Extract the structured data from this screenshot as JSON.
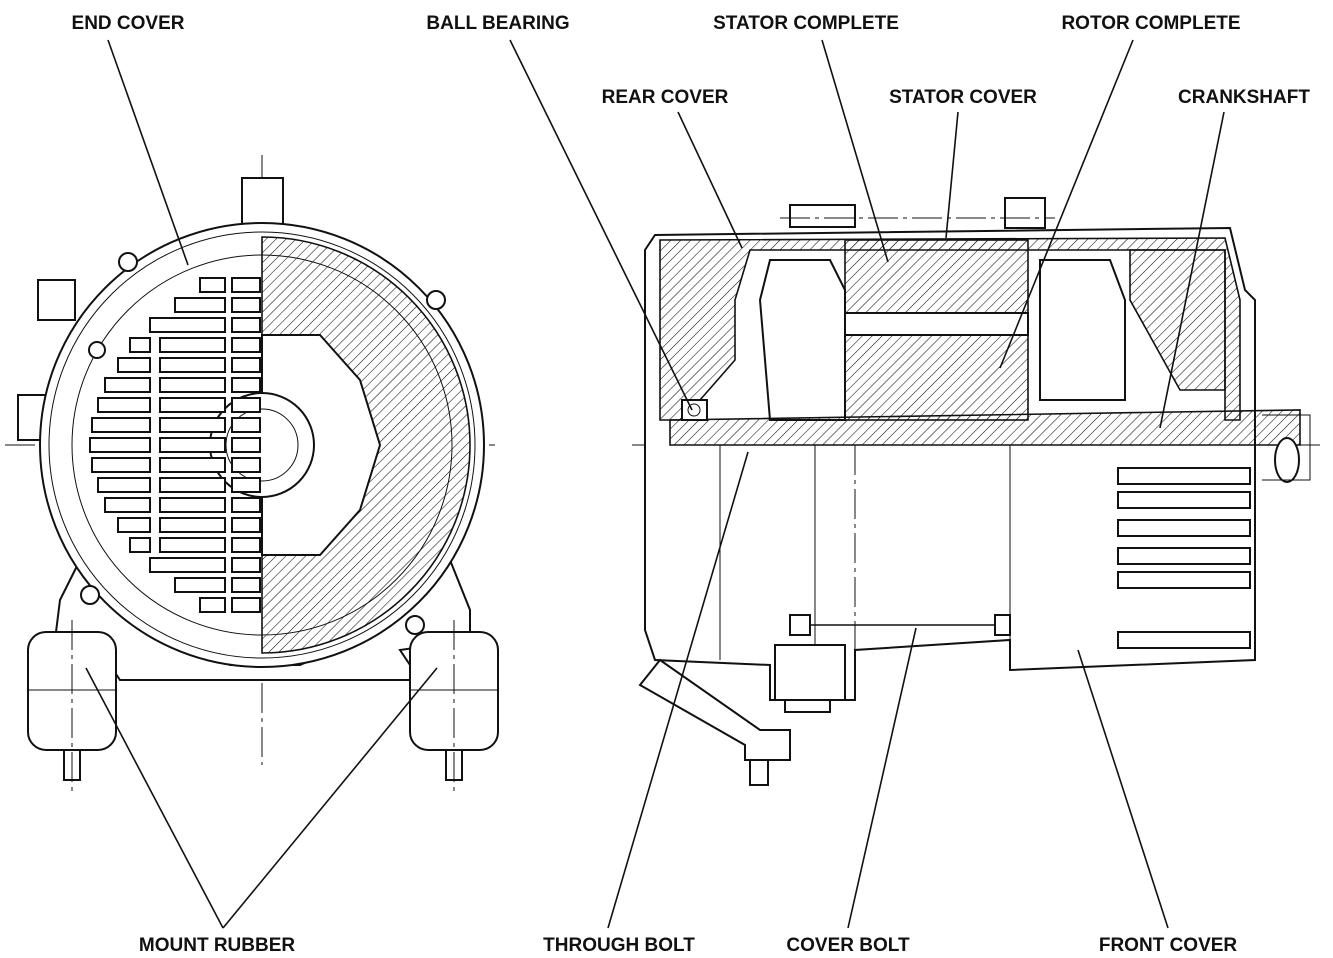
{
  "labels": {
    "end_cover": "END COVER",
    "ball_bearing": "BALL BEARING",
    "stator_complete": "STATOR COMPLETE",
    "rotor_complete": "ROTOR COMPLETE",
    "rear_cover": "REAR COVER",
    "stator_cover": "STATOR COVER",
    "crankshaft": "CRANKSHAFT",
    "mount_rubber": "MOUNT RUBBER",
    "through_bolt": "THROUGH BOLT",
    "cover_bolt": "COVER BOLT",
    "front_cover": "FRONT COVER"
  }
}
